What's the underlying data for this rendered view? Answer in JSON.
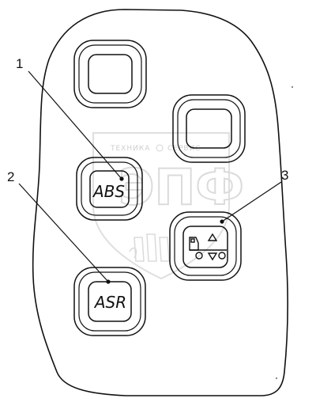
{
  "callouts": [
    {
      "id": "1",
      "text": "1"
    },
    {
      "id": "2",
      "text": "2"
    },
    {
      "id": "3",
      "text": "3"
    }
  ],
  "buttons": {
    "abs_label": "ABS",
    "asr_label": "ASR"
  },
  "watermark": {
    "line1": "ТЕХНИКА",
    "line2": "СЕРВИС",
    "big": "ЭПФ"
  }
}
